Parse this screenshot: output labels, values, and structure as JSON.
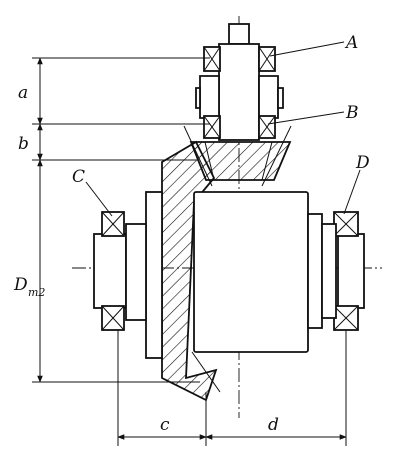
{
  "labels": {
    "a": "a",
    "b": "b",
    "d_main": "D",
    "d_sub": "m2",
    "c": "c",
    "d": "d",
    "A": "A",
    "B": "B",
    "C": "C",
    "D": "D"
  }
}
